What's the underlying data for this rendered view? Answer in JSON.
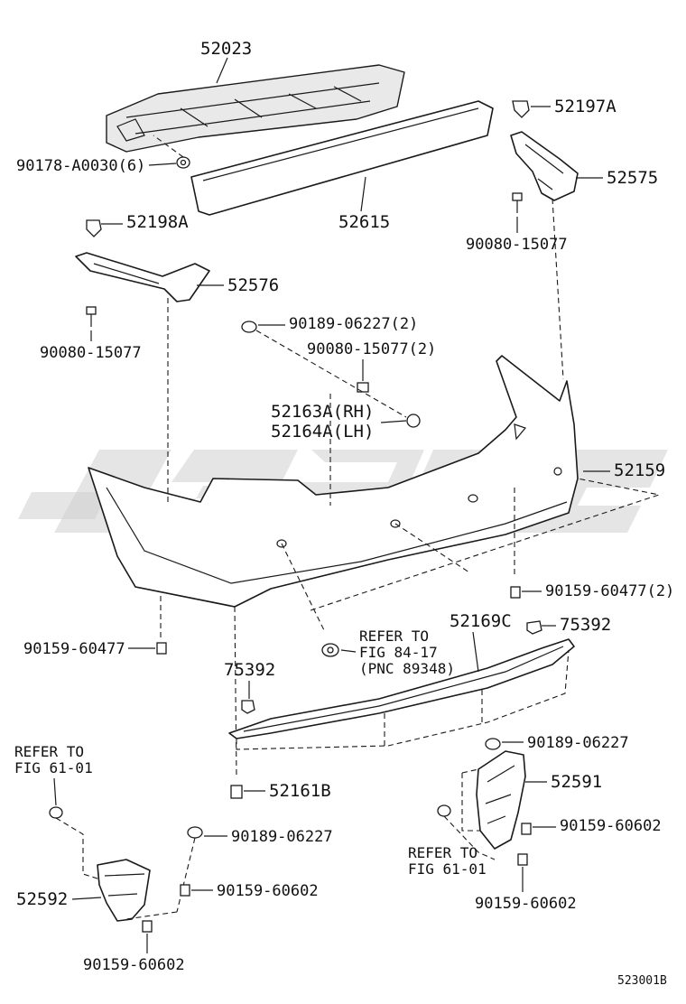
{
  "labels": {
    "p52023": "52023",
    "p90178": "90178-A0030(6)",
    "p52615": "52615",
    "p52197A": "52197A",
    "p52575": "52575",
    "p90080_right": "90080-15077",
    "p52198A": "52198A",
    "p52576": "52576",
    "p90080_left": "90080-15077",
    "p90189_top": "90189-06227(2)",
    "p90080_mid": "90080-15077(2)",
    "p52163A": "52163A(RH)",
    "p52164A": "52164A(LH)",
    "p52159": "52159",
    "p90159_right": "90159-60477(2)",
    "p90159_left": "90159-60477",
    "refer_84_line1": "REFER TO",
    "refer_84_line2": "FIG 84-17",
    "refer_84_line3": "(PNC 89348)",
    "p52169C": "52169C",
    "p75392_right": "75392",
    "p75392_left": "75392",
    "p90189_right": "90189-06227",
    "refer_61_left_line1": "REFER TO",
    "refer_61_left_line2": "FIG 61-01",
    "p52591": "52591",
    "p52161B": "52161B",
    "p90189_left": "90189-06227",
    "p90159_60602_a": "90159-60602",
    "refer_61_right_line1": "REFER TO",
    "refer_61_right_line2": "FIG 61-01",
    "p52592": "52592",
    "p90159_60602_b": "90159-60602",
    "p90159_60602_c": "90159-60602",
    "p90159_60602_d": "90159-60602",
    "figure_code": "523001B"
  }
}
